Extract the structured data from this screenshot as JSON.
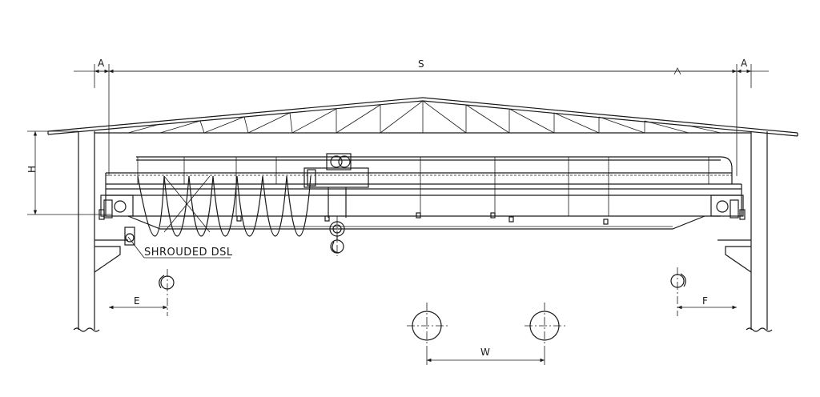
{
  "labels": {
    "span": "S",
    "end_clearance_left": "A",
    "end_clearance_right": "A",
    "height": "H",
    "hook_approach_left": "E",
    "hook_approach_right": "F",
    "wheel_base": "W",
    "shrouded_dsl": "SHROUDED DSL"
  },
  "colors": {
    "line": "#1a1a1a",
    "background": "#ffffff"
  }
}
